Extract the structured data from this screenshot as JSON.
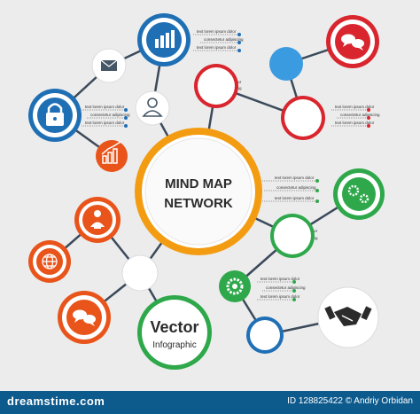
{
  "center": {
    "line1": "MIND MAP",
    "line2": "NETWORK"
  },
  "vector": {
    "title": "Vector",
    "subtitle": "Infographic"
  },
  "labels": {
    "l1": "text lorem ipsum dolor",
    "l2": "consectetur adipiscing",
    "l3": "text lorem ipsum dolor"
  },
  "colors": {
    "blue": "#1f6fb5",
    "red": "#d9262e",
    "orange": "#f39c12",
    "green": "#2ea84a",
    "sky": "#3a9be0",
    "coral": "#e4572e",
    "deep_orange": "#e8541a",
    "line": "#3b4a5a"
  },
  "icons": [
    "bar-chart-icon",
    "envelope-icon",
    "person-icon",
    "lock-icon",
    "growth-chart-icon",
    "chat-bubbles-icon",
    "gears-icon",
    "globe-icon",
    "presenter-icon",
    "speech-bubbles-icon",
    "handshake-icon",
    "settings-gear-icon"
  ],
  "footer": {
    "brand": "dreamstime.com",
    "id": "ID 128825422 © Andriy Orbidan"
  }
}
